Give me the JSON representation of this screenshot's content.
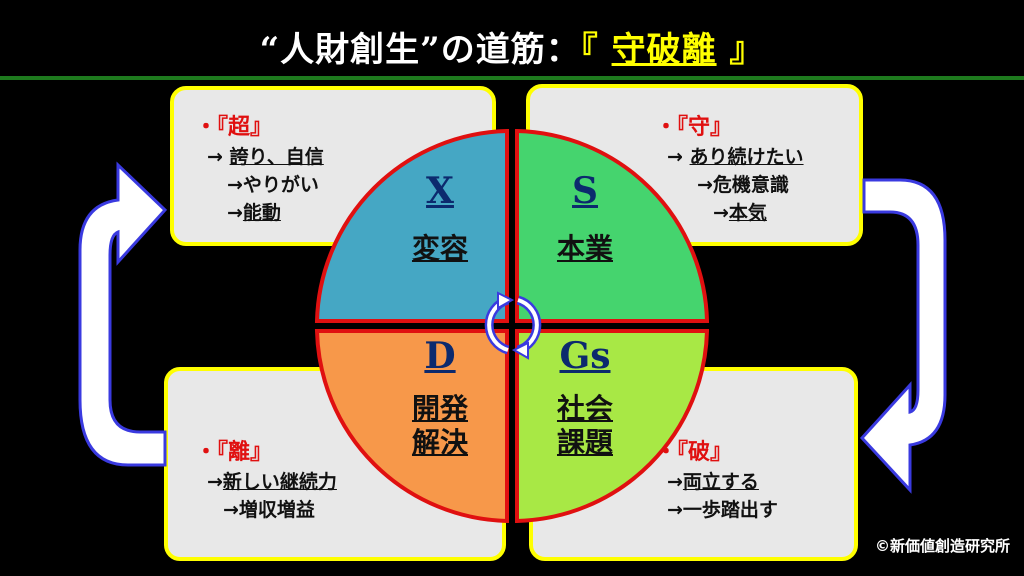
{
  "title": {
    "prefix": "“人財創生”の道筋：",
    "open": "『 ",
    "highlight": "守破離",
    "close": " 』"
  },
  "boxes": {
    "top_left": {
      "head": "・『超』",
      "lines": [
        "→ ",
        "誇り、自信",
        "→やりがい",
        "→",
        "能動"
      ]
    },
    "top_right": {
      "head": "・『守』",
      "lines": [
        "→ ",
        "あり続けたい",
        "→危機意識",
        "→",
        "本気"
      ]
    },
    "bottom_left": {
      "head": "・『離』",
      "lines": [
        "→",
        "新しい継続力",
        "→増収増益"
      ]
    },
    "bottom_right": {
      "head": "・『破』",
      "lines": [
        "→",
        "両立する",
        "→一歩踏出す"
      ]
    }
  },
  "quadrants": {
    "x": {
      "letter": "X",
      "label": "変容",
      "color": "#45a7c4"
    },
    "s": {
      "letter": "S",
      "label": "本業",
      "color": "#45d46e"
    },
    "d": {
      "letter": "D",
      "label1": "開発",
      "label2": "解決",
      "color": "#f7984a"
    },
    "gs": {
      "letter": "Gs",
      "label1": "社会",
      "label2": "課題",
      "color": "#a8e845"
    }
  },
  "colors": {
    "border_red": "#e01010",
    "box_border": "#ffff00",
    "arrow_outline": "#3a3ae0"
  },
  "copyright": "©新価値創造研究所"
}
